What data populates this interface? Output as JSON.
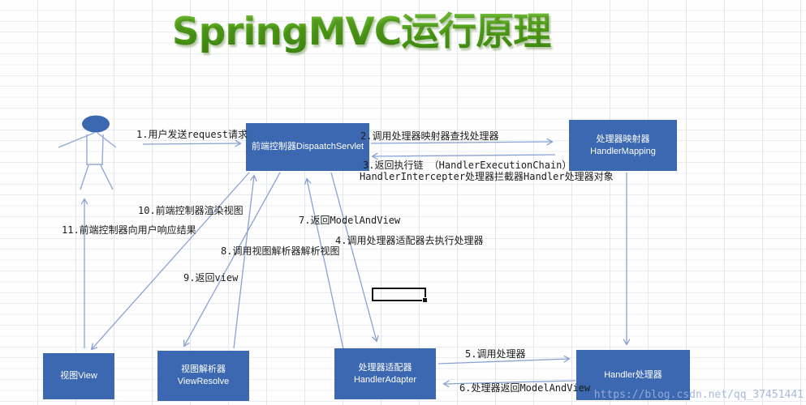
{
  "title": "SpringMVC运行原理",
  "watermark": "https://blog.csdn.net/qq_37451441",
  "colors": {
    "box_fill": "#3b68b0",
    "box_text": "#ffffff",
    "arrow": "#8aa2d3",
    "title_green": "#53a51a",
    "grid_line": "#e3e7ec",
    "label_text": "#1b1b1b",
    "watermark_text": "#9db3da",
    "cell_cursor": "#141414"
  },
  "boxes": {
    "dispatcher": {
      "line1": "前端控制器DispaatchServlet"
    },
    "mapping": {
      "line1": "处理器映射器",
      "line2": "HandlerMapping"
    },
    "view": {
      "line1": "视图View"
    },
    "resolver": {
      "line1": "视图解析器",
      "line2": "ViewResolve"
    },
    "adapter": {
      "line1": "处理器适配器",
      "line2": "HandlerAdapter"
    },
    "handler": {
      "line1": "Handler处理器"
    }
  },
  "steps": {
    "s1": "1.用户发送request请求",
    "s2": "2.调用处理器映射器查找处理器",
    "s3a": "3.返回执行链 （HandlerExecutionChain）",
    "s3b": "HandlerIntercepter处理器拦截器Handler处理器对象",
    "s4": "4.调用处理器适配器去执行处理器",
    "s5": "5.调用处理器",
    "s6": "6.处理器返回ModelAndView",
    "s7": "7.返回ModelAndView",
    "s8": "8.调用视图解析器解析视图",
    "s9": "9.返回view",
    "s10": "10.前端控制器渲染视图",
    "s11": "11.前端控制器向用户响应结果"
  },
  "icons": {
    "user_figure": "stick-person-with-blue-head"
  }
}
